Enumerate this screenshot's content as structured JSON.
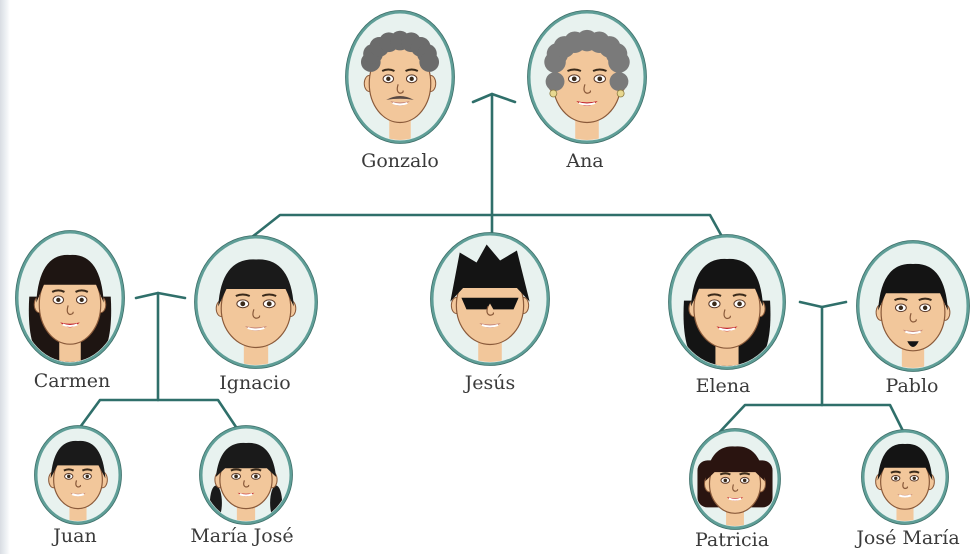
{
  "diagram": {
    "colors": {
      "connector": "#2f6f6a",
      "portrait_ring": "#5f9e97",
      "portrait_bg": "#e8f2ef",
      "skin": "#f2c79b",
      "label": "#3a3a3a"
    },
    "people": [
      {
        "id": "gonzalo",
        "name": "Gonzalo",
        "hair": "#6b6b6b",
        "style": "curly-mustache",
        "lips": "#c98a7a"
      },
      {
        "id": "ana",
        "name": "Ana",
        "hair": "#7a7a7a",
        "style": "curly-short",
        "lips": "#c0202b"
      },
      {
        "id": "carmen",
        "name": "Carmen",
        "hair": "#1e1512",
        "style": "long",
        "lips": "#c0202b"
      },
      {
        "id": "ignacio",
        "name": "Ignacio",
        "hair": "#1a1a1a",
        "style": "short",
        "lips": "#c98a7a"
      },
      {
        "id": "jesus",
        "name": "Jesús",
        "hair": "#141414",
        "style": "spiky-sunglasses",
        "lips": "#c98a7a"
      },
      {
        "id": "elena",
        "name": "Elena",
        "hair": "#141414",
        "style": "long",
        "lips": "#c0202b"
      },
      {
        "id": "pablo",
        "name": "Pablo",
        "hair": "#141414",
        "style": "short-goatee",
        "lips": "#c98a7a"
      },
      {
        "id": "juan",
        "name": "Juan",
        "hair": "#1a1a1a",
        "style": "short",
        "lips": "#c98a7a"
      },
      {
        "id": "maria-jose",
        "name": "María José",
        "hair": "#1a1a1a",
        "style": "bangs-braids",
        "lips": "#c0202b"
      },
      {
        "id": "patricia",
        "name": "Patricia",
        "hair": "#2a1410",
        "style": "bangs-bob",
        "lips": "#c0202b"
      },
      {
        "id": "jose-maria",
        "name": "José María",
        "hair": "#141414",
        "style": "short",
        "lips": "#c98a7a"
      }
    ]
  }
}
